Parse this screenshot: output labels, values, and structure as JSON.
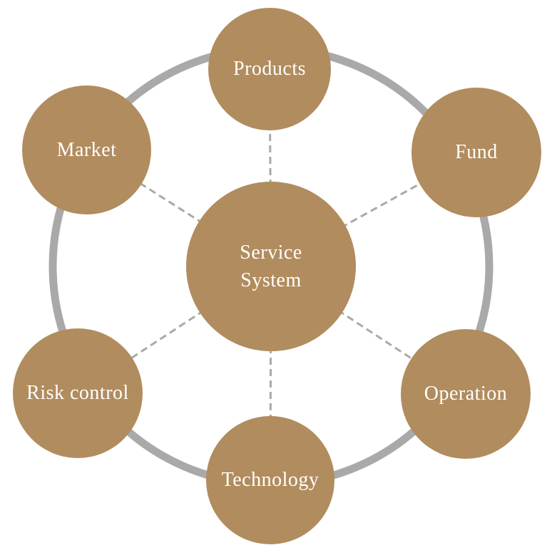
{
  "diagram": {
    "title": "Service System",
    "center_node": {
      "label": "Service System",
      "line1": "Service",
      "line2": "System"
    },
    "nodes": [
      {
        "id": "products",
        "label": "Products"
      },
      {
        "id": "fund",
        "label": "Fund"
      },
      {
        "id": "market",
        "label": "Market"
      },
      {
        "id": "risk-control",
        "label": "Risk control"
      },
      {
        "id": "operation",
        "label": "Operation"
      },
      {
        "id": "technology",
        "label": "Technology"
      }
    ],
    "colors": {
      "node_fill": "#b18c5e",
      "ring": "#a9a9a9",
      "connector": "#a9a9a9",
      "label_text": "#ffffff"
    }
  }
}
